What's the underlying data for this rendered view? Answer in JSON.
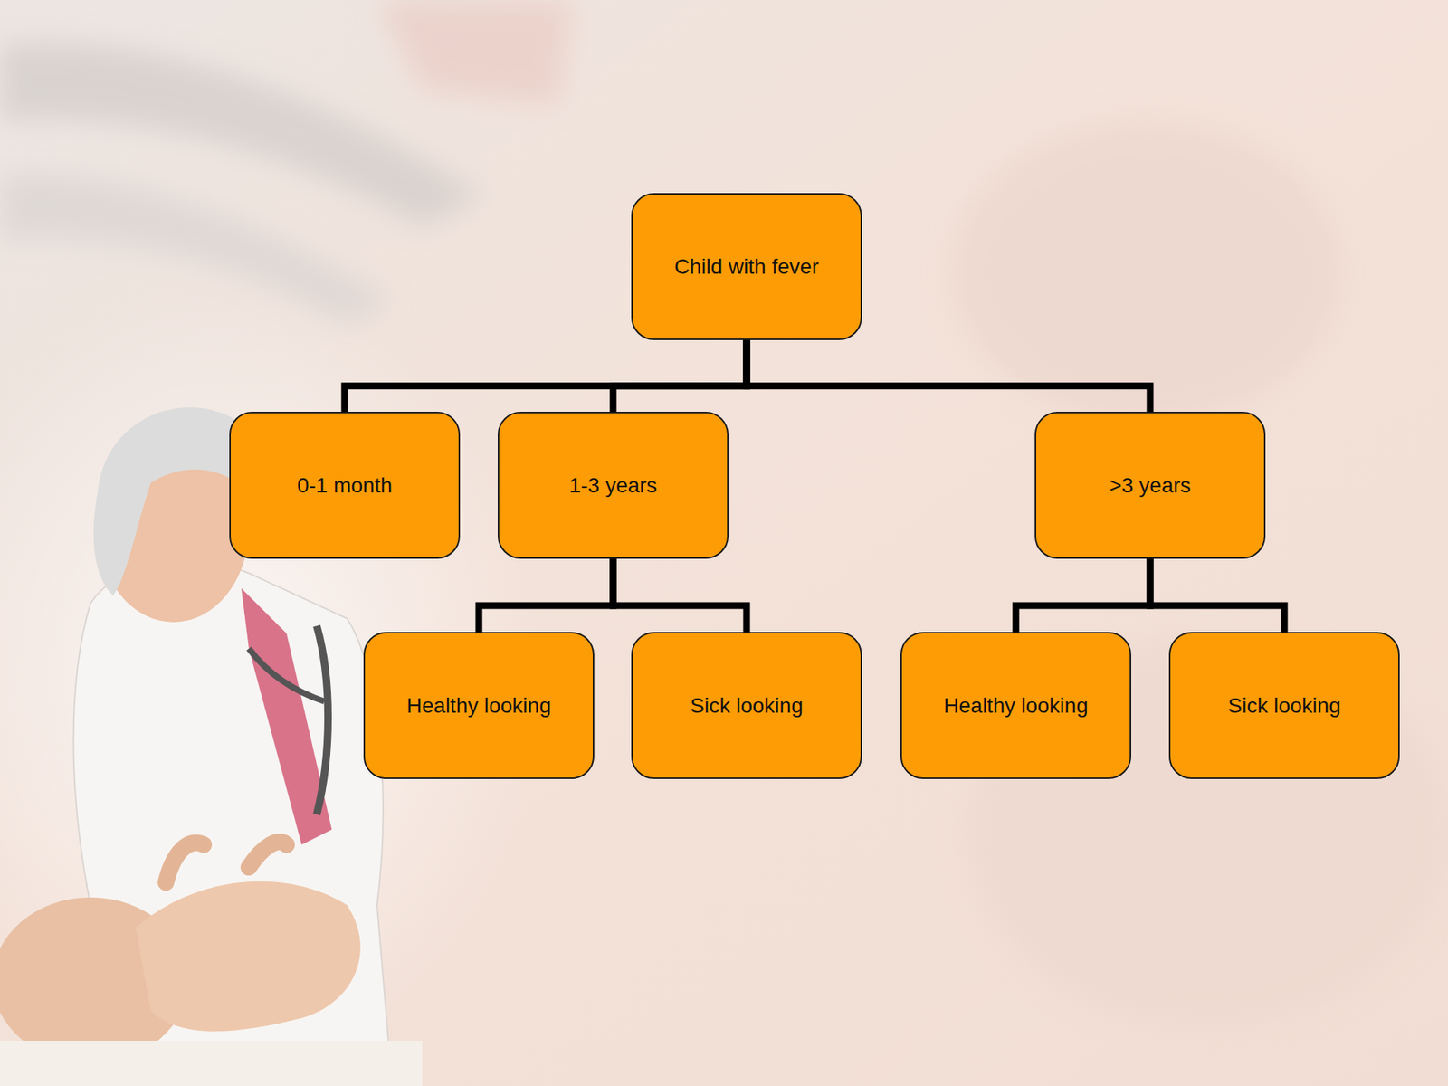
{
  "diagram": {
    "nodes": [
      {
        "text": [
          "Child with fever"
        ]
      },
      {
        "text": [
          "0-1 month"
        ]
      },
      {
        "text": [
          "1-3 years"
        ]
      },
      {
        "text": [
          ">3 years"
        ]
      },
      {
        "text": [
          "Healthy looking"
        ]
      },
      {
        "text": [
          "Sick looking"
        ]
      },
      {
        "text": [
          "Healthy looking"
        ]
      },
      {
        "text": [
          "Sick looking"
        ]
      }
    ],
    "edges": [
      {
        "from": 0,
        "to": 1,
        "arrow": "none"
      },
      {
        "from": 0,
        "to": 2,
        "arrow": "none"
      },
      {
        "from": 0,
        "to": 3,
        "arrow": "none"
      },
      {
        "from": 2,
        "to": 4,
        "arrow": "none"
      },
      {
        "from": 2,
        "to": 5,
        "arrow": "none"
      },
      {
        "from": 3,
        "to": 6,
        "arrow": "none"
      },
      {
        "from": 3,
        "to": 7,
        "arrow": "none"
      }
    ]
  }
}
